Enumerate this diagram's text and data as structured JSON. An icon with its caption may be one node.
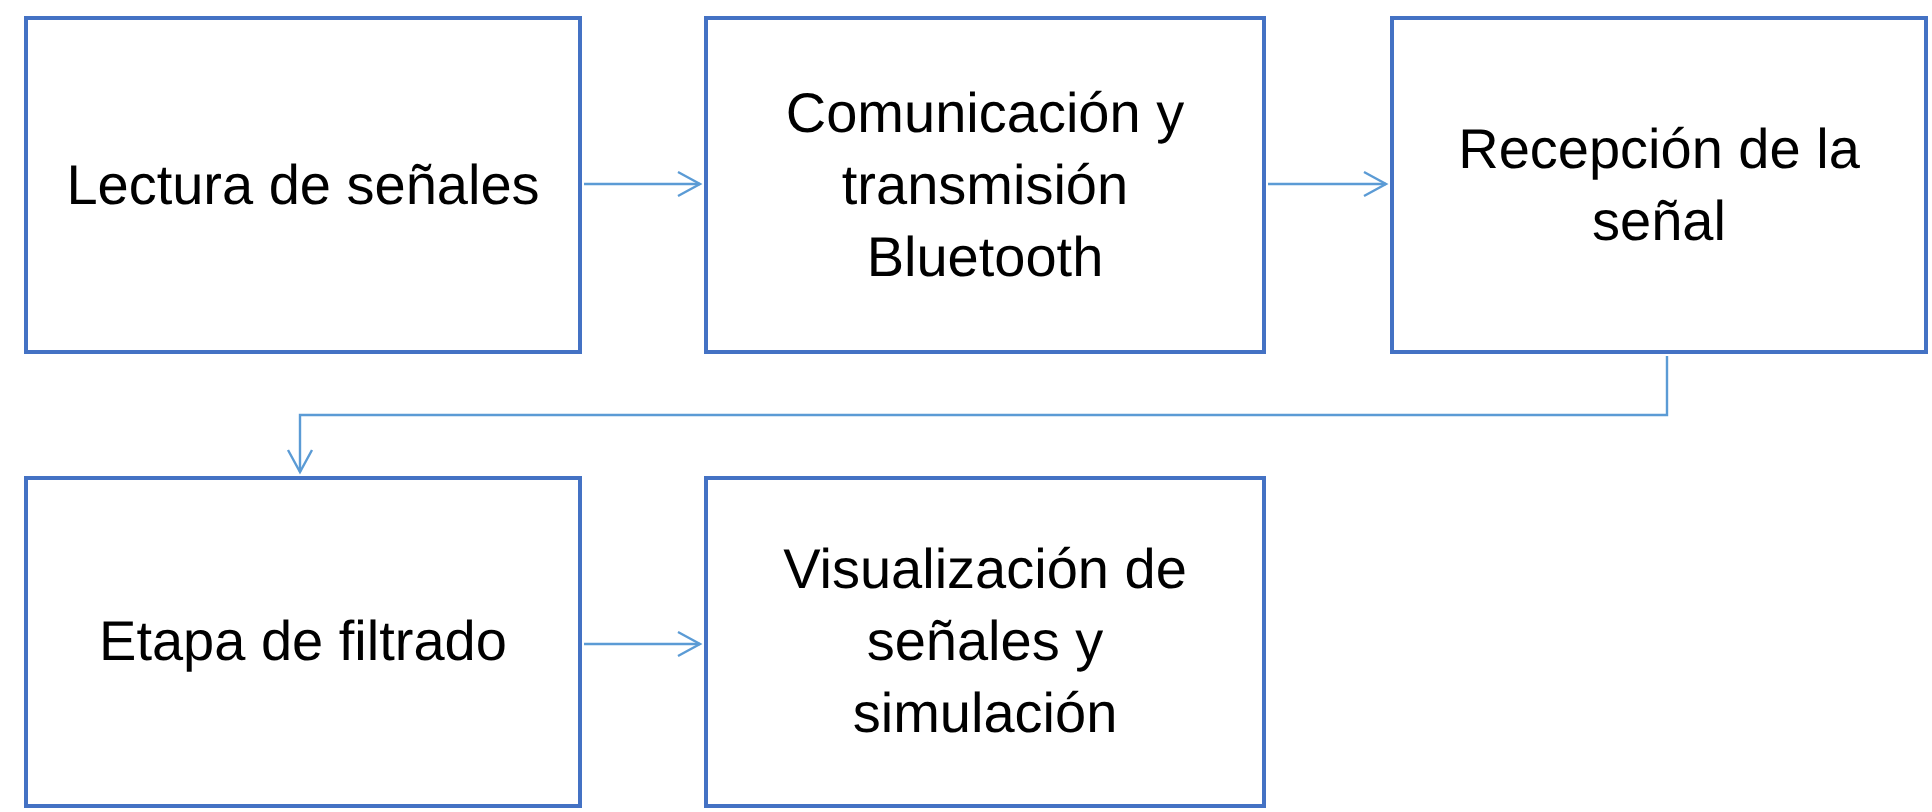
{
  "diagram": {
    "nodes": [
      {
        "text": [
          "Lectura de señales"
        ]
      },
      {
        "text": [
          "Comunicación y transmisión Bluetooth"
        ]
      },
      {
        "text": [
          "Recepción de la señal"
        ]
      },
      {
        "text": [
          "Etapa de filtrado"
        ]
      },
      {
        "text": [
          "Visualización de señales y simulación"
        ]
      }
    ],
    "edges": [
      {
        "from": 0,
        "to": 1,
        "arrow": "to"
      },
      {
        "from": 1,
        "to": 2,
        "arrow": "to"
      },
      {
        "from": 2,
        "to": 3,
        "arrow": "to"
      },
      {
        "from": 3,
        "to": 4,
        "arrow": "to"
      }
    ]
  }
}
